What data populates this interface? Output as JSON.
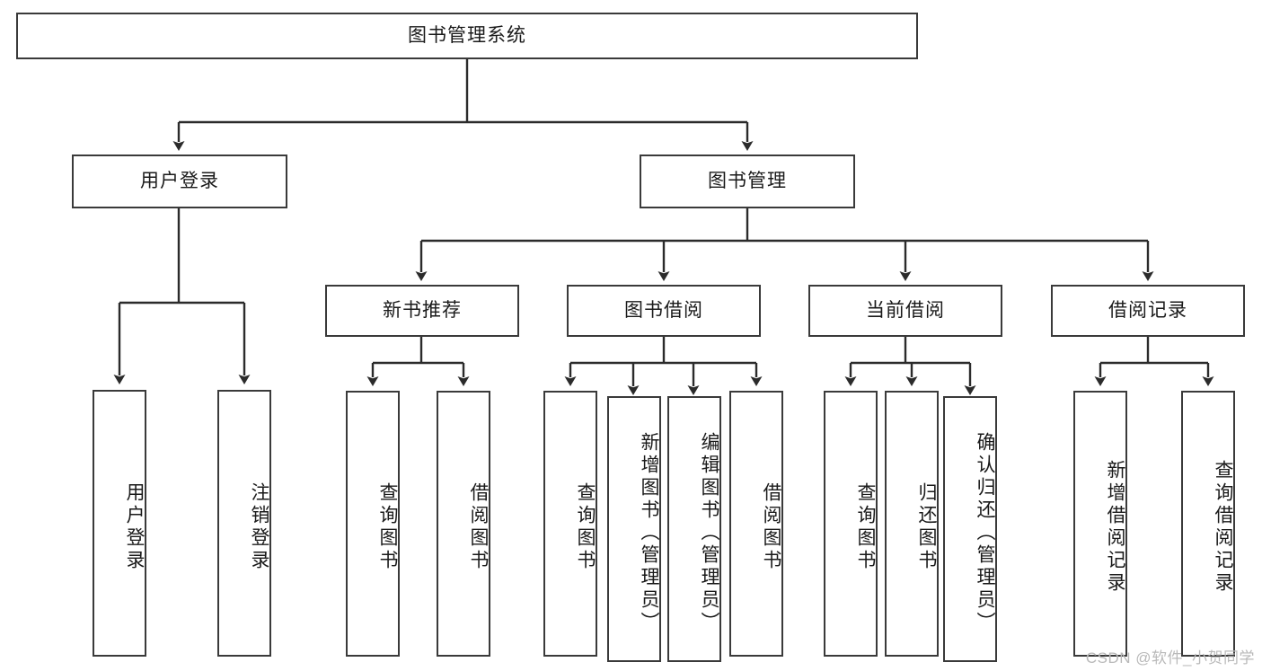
{
  "diagram": {
    "title": "图书管理系统",
    "type": "tree-hierarchy-diagram",
    "colors": {
      "box_border": "#3a3a3a",
      "link": "#2b2b2b",
      "background": "#ffffff",
      "text": "#1a1a1a",
      "watermark": "#b9b9b9"
    },
    "root": {
      "label": "图书管理系统"
    },
    "level2": [
      {
        "id": "user-login",
        "label": "用户登录"
      },
      {
        "id": "book-management",
        "label": "图书管理"
      }
    ],
    "level3": [
      {
        "id": "new-book-recommend",
        "label": "新书推荐"
      },
      {
        "id": "book-borrow",
        "label": "图书借阅"
      },
      {
        "id": "current-borrow",
        "label": "当前借阅"
      },
      {
        "id": "borrow-record",
        "label": "借阅记录"
      }
    ],
    "leaves": {
      "user_login": [
        {
          "id": "leaf-user-login",
          "label": "用户登录"
        },
        {
          "id": "leaf-logout-login",
          "label": "注销登录"
        }
      ],
      "new_book_recommend": [
        {
          "id": "leaf-query-book-1",
          "label": "查询图书"
        },
        {
          "id": "leaf-borrow-book-1",
          "label": "借阅图书"
        }
      ],
      "book_borrow": [
        {
          "id": "leaf-query-book-2",
          "label": "查询图书"
        },
        {
          "id": "leaf-add-book",
          "label": "新增图书（管理员）"
        },
        {
          "id": "leaf-edit-book",
          "label": "编辑图书（管理员）"
        },
        {
          "id": "leaf-borrow-book-2",
          "label": "借阅图书"
        }
      ],
      "current_borrow": [
        {
          "id": "leaf-query-book-3",
          "label": "查询图书"
        },
        {
          "id": "leaf-return-book",
          "label": "归还图书"
        },
        {
          "id": "leaf-confirm-return",
          "label": "确认归还（管理员）"
        }
      ],
      "borrow_record": [
        {
          "id": "leaf-add-record",
          "label": "新增借阅记录"
        },
        {
          "id": "leaf-query-record",
          "label": "查询借阅记录"
        }
      ]
    }
  },
  "watermark": {
    "text": "CSDN @软件_小贺同学"
  }
}
